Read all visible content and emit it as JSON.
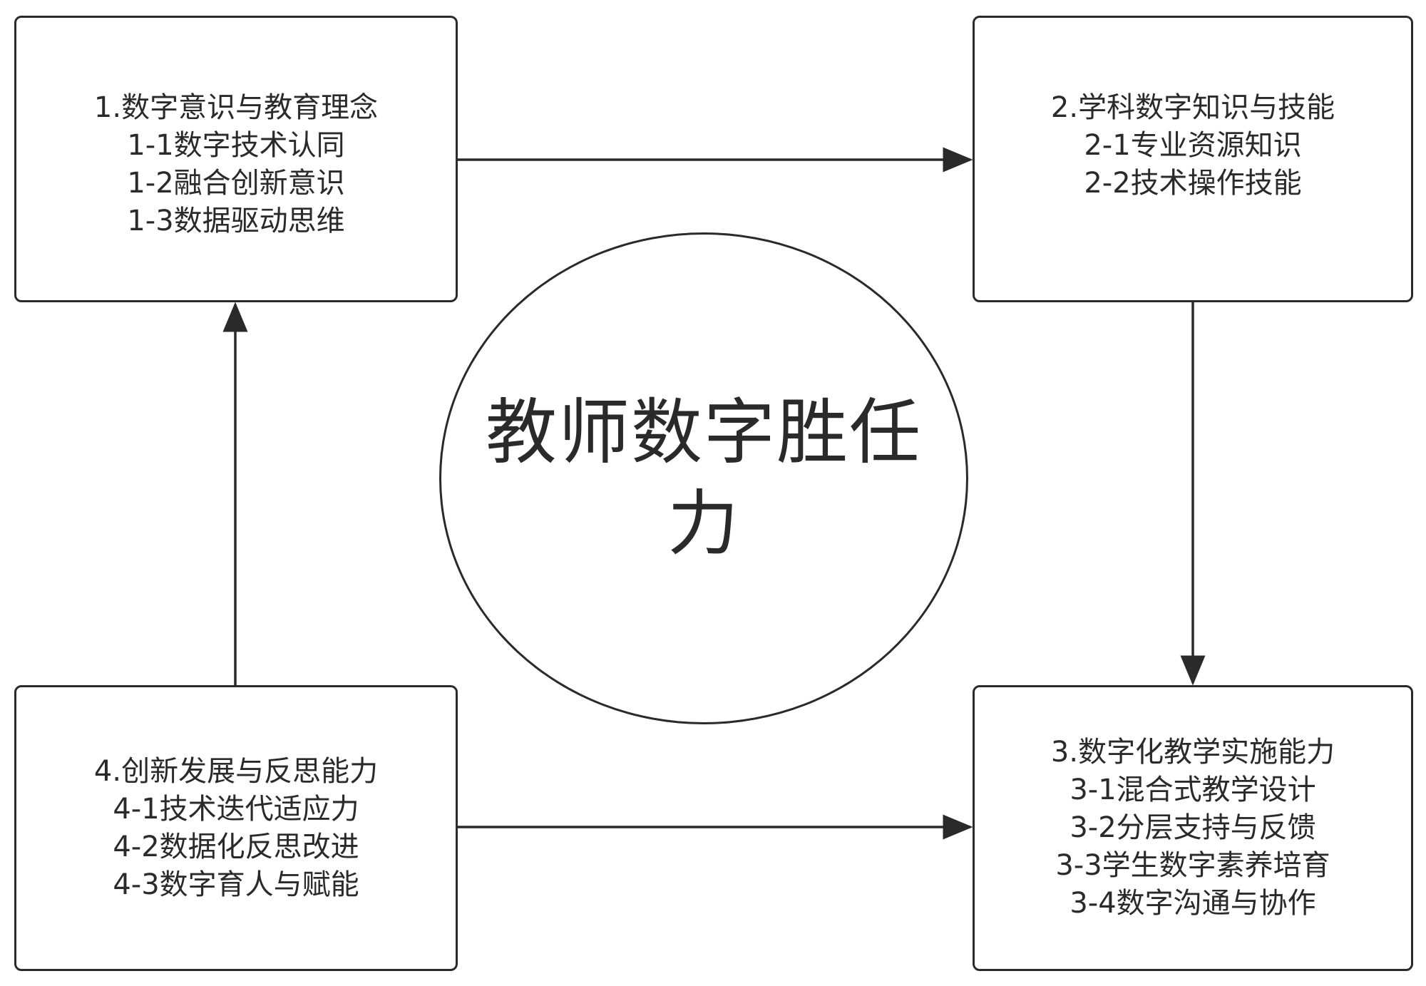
{
  "center": {
    "title_lines": [
      "教师数字胜任",
      "力"
    ]
  },
  "boxes": {
    "box1": [
      "1.数字意识与教育理念",
      "1-1数字技术认同",
      "1-2融合创新意识",
      "1-3数据驱动思维"
    ],
    "box2": [
      "2.学科数字知识与技能",
      "2-1专业资源知识",
      "2-2技术操作技能"
    ],
    "box3": [
      "3.数字化教学实施能力",
      "3-1混合式教学设计",
      "3-2分层支持与反馈",
      "3-3学生数字素养培育",
      "3-4数字沟通与协作"
    ],
    "box4": [
      "4.创新发展与反思能力",
      "4-1技术迭代适应力",
      "4-2数据化反思改进",
      "4-3数字育人与赋能"
    ]
  },
  "colors": {
    "stroke": "#2a2a2a",
    "background": "#ffffff"
  }
}
